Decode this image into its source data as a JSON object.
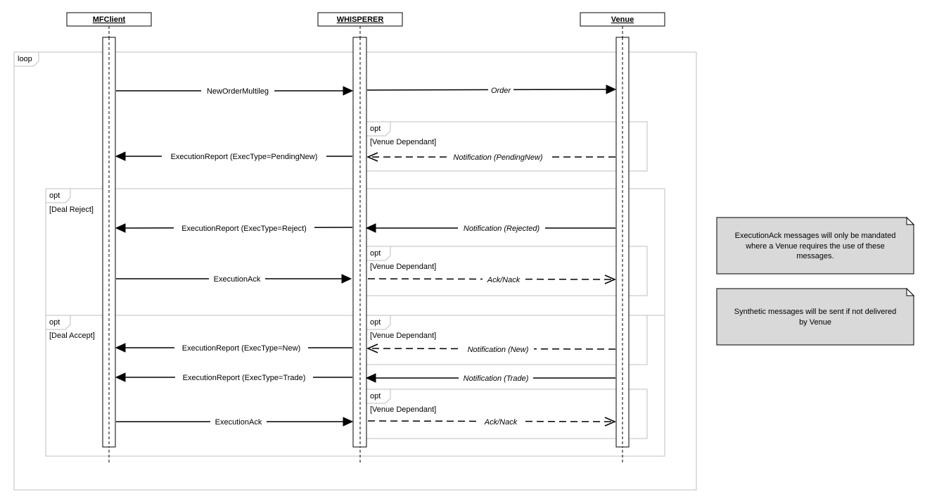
{
  "participants": [
    {
      "id": "mfclient",
      "name": "MFClient"
    },
    {
      "id": "whisperer",
      "name": "WHISPERER"
    },
    {
      "id": "venue",
      "name": "Venue"
    }
  ],
  "frames": {
    "loop": {
      "tag": "loop"
    },
    "opt_venue_dep_1": {
      "tag": "opt",
      "guard": "[Venue Dependant]"
    },
    "opt_deal_reject": {
      "tag": "opt",
      "guard": "[Deal Reject]"
    },
    "opt_venue_dep_2": {
      "tag": "opt",
      "guard": "[Venue Dependant]"
    },
    "opt_deal_accept": {
      "tag": "opt",
      "guard": "[Deal Accept]"
    },
    "opt_venue_dep_3": {
      "tag": "opt",
      "guard": "[Venue Dependant]"
    },
    "opt_venue_dep_4": {
      "tag": "opt",
      "guard": "[Venue Dependant]"
    }
  },
  "messages": [
    {
      "label": "NewOrderMultileg",
      "from": "MFClient",
      "to": "WHISPERER",
      "style": "solid"
    },
    {
      "label": "Order",
      "from": "WHISPERER",
      "to": "Venue",
      "style": "solid",
      "italic": true
    },
    {
      "label": "ExecutionReport (ExecType=PendingNew)",
      "from": "WHISPERER",
      "to": "MFClient",
      "style": "solid"
    },
    {
      "label": "Notification (PendingNew)",
      "from": "Venue",
      "to": "WHISPERER",
      "style": "dashed",
      "italic": true
    },
    {
      "label": "ExecutionReport (ExecType=Reject)",
      "from": "WHISPERER",
      "to": "MFClient",
      "style": "solid"
    },
    {
      "label": "Notification (Rejected)",
      "from": "Venue",
      "to": "WHISPERER",
      "style": "solid",
      "italic": true
    },
    {
      "label": "ExecutionAck",
      "from": "MFClient",
      "to": "WHISPERER",
      "style": "solid"
    },
    {
      "label": "Ack/Nack",
      "from": "WHISPERER",
      "to": "Venue",
      "style": "dashed",
      "italic": true
    },
    {
      "label": "ExecutionReport (ExecType=New)",
      "from": "WHISPERER",
      "to": "MFClient",
      "style": "solid"
    },
    {
      "label": "Notification (New)",
      "from": "Venue",
      "to": "WHISPERER",
      "style": "dashed",
      "italic": true
    },
    {
      "label": "ExecutionReport (ExecType=Trade)",
      "from": "WHISPERER",
      "to": "MFClient",
      "style": "solid"
    },
    {
      "label": "Notification (Trade)",
      "from": "Venue",
      "to": "WHISPERER",
      "style": "solid",
      "italic": true
    },
    {
      "label": "ExecutionAck",
      "from": "MFClient",
      "to": "WHISPERER",
      "style": "solid"
    },
    {
      "label": "Ack/Nack",
      "from": "WHISPERER",
      "to": "Venue",
      "style": "dashed",
      "italic": true
    }
  ],
  "notes": [
    {
      "lines": [
        "ExecutionAck messages will only be mandated",
        "where a Venue requires the use of these",
        "messages."
      ]
    },
    {
      "lines": [
        "Synthetic messages will be sent if not delivered",
        "by Venue"
      ]
    }
  ]
}
